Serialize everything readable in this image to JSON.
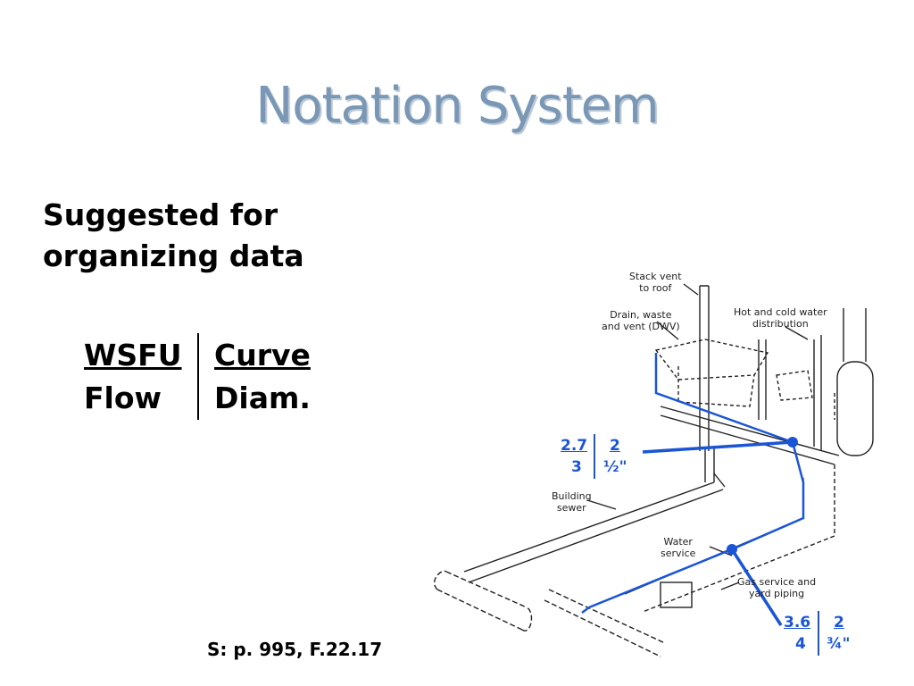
{
  "title": "Notation System",
  "subtitle": [
    "Suggested for",
    "organizing data"
  ],
  "legend": {
    "top_left": "WSFU",
    "top_right": "Curve",
    "bottom_left": "Flow",
    "bottom_right": "Diam."
  },
  "source": "S: p. 995,  F.22.17",
  "diagram_labels": {
    "stack_vent": [
      "Stack vent",
      "to roof"
    ],
    "dwv": [
      "Drain, waste",
      "and vent (DWV)"
    ],
    "hot_cold": [
      "Hot and cold water",
      "distribution"
    ],
    "building_sewer": [
      "Building",
      "sewer"
    ],
    "water_service": [
      "Water",
      "service"
    ],
    "gas_service": [
      "Gas service and",
      "yard piping"
    ]
  },
  "callouts": [
    {
      "wsfu": "2.7",
      "curve": "2",
      "flow": "3",
      "diam": "½\""
    },
    {
      "wsfu": "3.6",
      "curve": "2",
      "flow": "4",
      "diam": "¾\""
    }
  ],
  "colors": {
    "title": "#7a98b6",
    "accent": "#1a55d6"
  }
}
